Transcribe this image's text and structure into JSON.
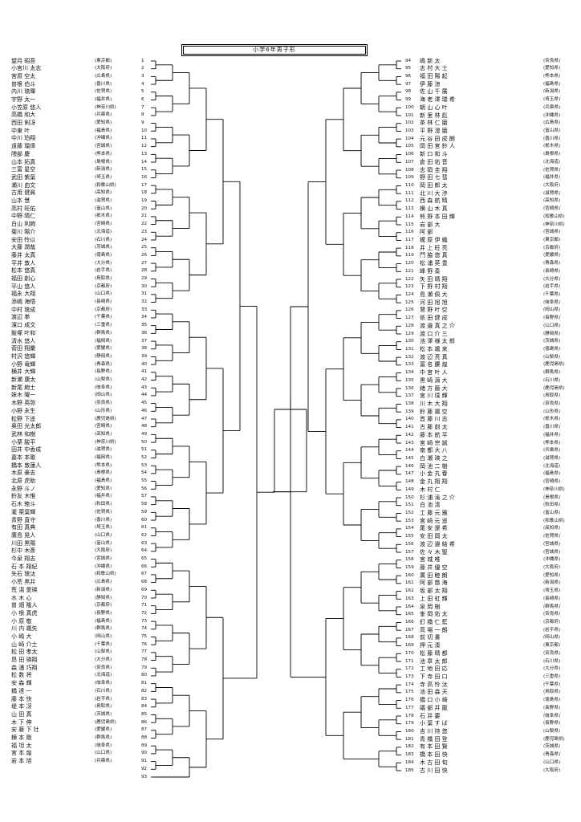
{
  "title": "小学6年男子形",
  "left_entries": [
    {
      "seed": "1",
      "name": "望月 昭吾",
      "pref": "(東京都)"
    },
    {
      "seed": "2",
      "name": "小宮川 太志",
      "pref": "(大阪府)"
    },
    {
      "seed": "3",
      "name": "宮原 空太",
      "pref": "(広島県)"
    },
    {
      "seed": "4",
      "name": "曽根 伯斗",
      "pref": "(香川県)"
    },
    {
      "seed": "5",
      "name": "内川 琉暉",
      "pref": "(佐賀県)"
    },
    {
      "seed": "6",
      "name": "宇野 太一",
      "pref": "(福井県)"
    },
    {
      "seed": "7",
      "name": "小笠原 悠人",
      "pref": "(神奈川県)"
    },
    {
      "seed": "8",
      "name": "高橋 和大",
      "pref": "(兵庫県)"
    },
    {
      "seed": "9",
      "name": "西田 剣冴",
      "pref": "(愛知県)"
    },
    {
      "seed": "10",
      "name": "中東 叶",
      "pref": "(福島県)"
    },
    {
      "seed": "11",
      "name": "中川 珀翔",
      "pref": "(沖縄県)"
    },
    {
      "seed": "12",
      "name": "遠藤 瑠偉",
      "pref": "(宮城県)"
    },
    {
      "seed": "13",
      "name": "隈部 慶",
      "pref": "(熊本県)"
    },
    {
      "seed": "14",
      "name": "山本 拓真",
      "pref": "(島根県)"
    },
    {
      "seed": "15",
      "name": "三富 星空",
      "pref": "(新潟県)"
    },
    {
      "seed": "16",
      "name": "武田 紫葉",
      "pref": "(埼玉県)"
    },
    {
      "seed": "17",
      "name": "瀬川 由文",
      "pref": "(和歌山県)"
    },
    {
      "seed": "18",
      "name": "古用 健眞",
      "pref": "(高知県)"
    },
    {
      "seed": "19",
      "name": "山本 慧",
      "pref": "(滋賀県)"
    },
    {
      "seed": "20",
      "name": "高村 旺佑",
      "pref": "(富山県)"
    },
    {
      "seed": "21",
      "name": "中野 晴仁",
      "pref": "(栃木県)"
    },
    {
      "seed": "22",
      "name": "白山 利絢",
      "pref": "(宮崎県)"
    },
    {
      "seed": "23",
      "name": "菊川 陽介",
      "pref": "(北海道)"
    },
    {
      "seed": "24",
      "name": "安田 怜以",
      "pref": "(石川県)"
    },
    {
      "seed": "25",
      "name": "大藤 潤哉",
      "pref": "(茨城県)"
    },
    {
      "seed": "26",
      "name": "藤井 太真",
      "pref": "(徳島県)"
    },
    {
      "seed": "27",
      "name": "平井 敦人",
      "pref": "(大分県)"
    },
    {
      "seed": "28",
      "name": "松本 悠真",
      "pref": "(岩手県)"
    },
    {
      "seed": "29",
      "name": "福田 創心",
      "pref": "(鳥取県)"
    },
    {
      "seed": "30",
      "name": "平山 悠人",
      "pref": "(京都府)"
    },
    {
      "seed": "31",
      "name": "福永 大翔",
      "pref": "(山口県)"
    },
    {
      "seed": "32",
      "name": "添嶋 海悟",
      "pref": "(長崎県)"
    },
    {
      "seed": "33",
      "name": "中村 琉成",
      "pref": "(京都府)"
    },
    {
      "seed": "34",
      "name": "渡辺 拳",
      "pref": "(千葉県)"
    },
    {
      "seed": "35",
      "name": "濱口 成文",
      "pref": "(三重県)"
    },
    {
      "seed": "36",
      "name": "飯塚 叶和",
      "pref": "(群馬県)"
    },
    {
      "seed": "37",
      "name": "清水 悠人",
      "pref": "(福岡県)"
    },
    {
      "seed": "38",
      "name": "菅田 翔慶",
      "pref": "(愛媛県)"
    },
    {
      "seed": "39",
      "name": "村沢 悠輝",
      "pref": "(静岡県)"
    },
    {
      "seed": "40",
      "name": "小野 竜輝",
      "pref": "(青森県)"
    },
    {
      "seed": "41",
      "name": "横井 大輝",
      "pref": "(長野県)"
    },
    {
      "seed": "42",
      "name": "新瀬 康太",
      "pref": "(山梨県)"
    },
    {
      "seed": "43",
      "name": "新尾 絢士",
      "pref": "(岐阜県)"
    },
    {
      "seed": "44",
      "name": "妹木 曜一",
      "pref": "(岡山県)"
    },
    {
      "seed": "45",
      "name": "木野 英弥",
      "pref": "(奈良県)"
    },
    {
      "seed": "46",
      "name": "小野 永生",
      "pref": "(山形県)"
    },
    {
      "seed": "47",
      "name": "松野 下遥",
      "pref": "(鹿児島県)"
    },
    {
      "seed": "48",
      "name": "奥田 光太郎",
      "pref": "(宮崎県)"
    },
    {
      "seed": "49",
      "name": "武林 和樹",
      "pref": "(高知県)"
    },
    {
      "seed": "50",
      "name": "小栗 駿平",
      "pref": "(神奈川県)"
    },
    {
      "seed": "51",
      "name": "田井 中香成",
      "pref": "(滋賀県)"
    },
    {
      "seed": "52",
      "name": "嘉本 本歌",
      "pref": "(福岡県)"
    },
    {
      "seed": "53",
      "name": "橋本 敦蓮人",
      "pref": "(熊本県)"
    },
    {
      "seed": "54",
      "name": "木原 豪志",
      "pref": "(島根県)"
    },
    {
      "seed": "55",
      "name": "北原 虎助",
      "pref": "(福島県)"
    },
    {
      "seed": "56",
      "name": "永野 斗ノ",
      "pref": "(愛知県)"
    },
    {
      "seed": "57",
      "name": "鈴友 木惟",
      "pref": "(福井県)"
    },
    {
      "seed": "58",
      "name": "石木 睦斗",
      "pref": "(秋田県)"
    },
    {
      "seed": "59",
      "name": "瀧 栗葉輝",
      "pref": "(佐賀県)"
    },
    {
      "seed": "60",
      "name": "青野 直守",
      "pref": "(香川県)"
    },
    {
      "seed": "61",
      "name": "有田 真典",
      "pref": "(埼玉県)"
    },
    {
      "seed": "62",
      "name": "廣島 晃人",
      "pref": "(山口県)"
    },
    {
      "seed": "63",
      "name": "川田 黒陽",
      "pref": "(富山県)"
    },
    {
      "seed": "64",
      "name": "杉中 木斎",
      "pref": "(大阪府)"
    },
    {
      "seed": "65",
      "name": "今泉 翔志",
      "pref": "(宮城県)"
    },
    {
      "seed": "66",
      "name": "石 本 翔紀",
      "pref": "(沖縄県)"
    },
    {
      "seed": "67",
      "name": "矢石 琉汰",
      "pref": "(和歌山県)"
    },
    {
      "seed": "68",
      "name": "小荒 黒井",
      "pref": "(広島県)"
    },
    {
      "seed": "69",
      "name": "荒 湯 愛瑛",
      "pref": "(新潟県)"
    },
    {
      "seed": "70",
      "name": "水 木 心",
      "pref": "(静岡県)"
    },
    {
      "seed": "71",
      "name": "曽 畑 隆人",
      "pref": "(京都府)"
    },
    {
      "seed": "72",
      "name": "小 根 真虎",
      "pref": "(長野県)"
    },
    {
      "seed": "73",
      "name": "小 原 敬",
      "pref": "(福島県)"
    },
    {
      "seed": "74",
      "name": "川 内 颯矢",
      "pref": "(群馬県)"
    },
    {
      "seed": "75",
      "name": "小 嶋 大",
      "pref": "(岡山県)"
    },
    {
      "seed": "76",
      "name": "山 崎 介士",
      "pref": "(千葉県)"
    },
    {
      "seed": "77",
      "name": "松 田 孝太",
      "pref": "(山梨県)"
    },
    {
      "seed": "78",
      "name": "昂 田 瑛翔",
      "pref": "(大分県)"
    },
    {
      "seed": "79",
      "name": "森 浦 巧翔",
      "pref": "(奈良県)"
    },
    {
      "seed": "80",
      "name": "松 数 将",
      "pref": "(北海道)"
    },
    {
      "seed": "81",
      "name": "安 森 輝",
      "pref": "(岐阜県)"
    },
    {
      "seed": "82",
      "name": "橋 達 一",
      "pref": "(石川県)"
    },
    {
      "seed": "83",
      "name": "藤 本 快",
      "pref": "(岩手県)"
    },
    {
      "seed": "84",
      "name": "堤 本 冴",
      "pref": "(鳥取県)"
    },
    {
      "seed": "85",
      "name": "山 田 真",
      "pref": "(茨城県)"
    },
    {
      "seed": "86",
      "name": "木 下 伸",
      "pref": "(鹿児島県)"
    },
    {
      "seed": "87",
      "name": "安 藤 下 壮",
      "pref": "(愛媛県)"
    },
    {
      "seed": "88",
      "name": "横 本 剛",
      "pref": "(群馬県)"
    },
    {
      "seed": "89",
      "name": "福 坦 太",
      "pref": "(岐阜県)"
    },
    {
      "seed": "90",
      "name": "宮 本 煌",
      "pref": "(山口県)"
    },
    {
      "seed": "91",
      "name": "岩 本 旭",
      "pref": "(兵庫県)"
    },
    {
      "seed": "92",
      "name": "",
      "pref": ""
    },
    {
      "seed": "93",
      "name": "",
      "pref": ""
    }
  ],
  "right_entries": [
    {
      "seed": "94",
      "name": "嶋 新 太",
      "pref": "(奈良県)"
    },
    {
      "seed": "95",
      "name": "志 村 大 士",
      "pref": "(愛知県)"
    },
    {
      "seed": "96",
      "name": "福 田 陽 起",
      "pref": "(熊本県)"
    },
    {
      "seed": "97",
      "name": "伊 藤 涼",
      "pref": "(福島県)"
    },
    {
      "seed": "98",
      "name": "佐 山 千 展",
      "pref": "(新潟県)"
    },
    {
      "seed": "99",
      "name": "海 老 澤 瑞 希",
      "pref": "(埼玉県)"
    },
    {
      "seed": "100",
      "name": "朝 山 心 叶",
      "pref": "(兵庫県)"
    },
    {
      "seed": "101",
      "name": "新 里 林 彪",
      "pref": "(沖縄県)"
    },
    {
      "seed": "102",
      "name": "茶 林 仁 磨",
      "pref": "(広島県)"
    },
    {
      "seed": "103",
      "name": "平 野 澄 磨",
      "pref": "(富山県)"
    },
    {
      "seed": "104",
      "name": "元 谷 田 成 朗",
      "pref": "(香川県)"
    },
    {
      "seed": "105",
      "name": "岡 田 宮 鈴 人",
      "pref": "(栃木県)"
    },
    {
      "seed": "106",
      "name": "新 口 和 斗",
      "pref": "(島根県)"
    },
    {
      "seed": "107",
      "name": "倉 田 佑 音",
      "pref": "(北海道)"
    },
    {
      "seed": "108",
      "name": "志 岡 圭 翔",
      "pref": "(佐賀県)"
    },
    {
      "seed": "109",
      "name": "野 田 七 彗",
      "pref": "(福井県)"
    },
    {
      "seed": "110",
      "name": "岡 田 郎 太",
      "pref": "(大阪府)"
    },
    {
      "seed": "111",
      "name": "北 川 大 渉",
      "pref": "(滋賀県)"
    },
    {
      "seed": "112",
      "name": "西 森 航 晴",
      "pref": "(高知県)"
    },
    {
      "seed": "113",
      "name": "横 山 木 真",
      "pref": "(宮崎県)"
    },
    {
      "seed": "114",
      "name": "熊 野 本 田 輝",
      "pref": "(和歌山県)"
    },
    {
      "seed": "115",
      "name": "岩 部 大",
      "pref": "(神奈川県)"
    },
    {
      "seed": "116",
      "name": "阿 部",
      "pref": "(宮城県)"
    },
    {
      "seed": "117",
      "name": "梶 原 伊 織",
      "pref": "(東京都)"
    },
    {
      "seed": "118",
      "name": "井 上 旺 亮",
      "pref": "(京都府)"
    },
    {
      "seed": "119",
      "name": "門 脇 悠 真",
      "pref": "(愛媛県)"
    },
    {
      "seed": "120",
      "name": "松 浦 英 豊",
      "pref": "(青森県)"
    },
    {
      "seed": "121",
      "name": "峰 野 奏",
      "pref": "(長崎県)"
    },
    {
      "seed": "122",
      "name": "矢 田 晴 翔",
      "pref": "(大分県)"
    },
    {
      "seed": "123",
      "name": "下 野 村 翔",
      "pref": "(岩手県)"
    },
    {
      "seed": "124",
      "name": "島 瀬 佩 大",
      "pref": "(千葉県)"
    },
    {
      "seed": "125",
      "name": "河 田 旭 旭",
      "pref": "(岐阜県)"
    },
    {
      "seed": "126",
      "name": "鷲 野 叶 空",
      "pref": "(岡山県)"
    },
    {
      "seed": "127",
      "name": "依 田 健 成",
      "pref": "(長野県)"
    },
    {
      "seed": "128",
      "name": "渡 邉 真 之 介",
      "pref": "(山口県)"
    },
    {
      "seed": "129",
      "name": "渡 口 介 三",
      "pref": "(静岡県)"
    },
    {
      "seed": "130",
      "name": "池 澤 様 太 郎",
      "pref": "(茨城県)"
    },
    {
      "seed": "131",
      "name": "松 本 颯 来",
      "pref": "(徳島県)"
    },
    {
      "seed": "132",
      "name": "渡 辺 亮 真",
      "pref": "(山梨県)"
    },
    {
      "seed": "133",
      "name": "冨 名 腰 煌",
      "pref": "(鹿児島県)"
    },
    {
      "seed": "134",
      "name": "中 宮 叶 人",
      "pref": "(群馬県)"
    },
    {
      "seed": "135",
      "name": "黒 崎 源 大",
      "pref": "(石川県)"
    },
    {
      "seed": "136",
      "name": "緒 方 藤 大",
      "pref": "(鹿児島県)"
    },
    {
      "seed": "137",
      "name": "宮 川 璞 輝",
      "pref": "(鳥取県)"
    },
    {
      "seed": "138",
      "name": "川 木 大 翔",
      "pref": "(奈良県)"
    },
    {
      "seed": "139",
      "name": "鈴 藤 颯 空",
      "pref": "(山形県)"
    },
    {
      "seed": "140",
      "name": "首 藤 川 志",
      "pref": "(栃木県)"
    },
    {
      "seed": "141",
      "name": "古 藤 創 太",
      "pref": "(香川県)"
    },
    {
      "seed": "142",
      "name": "藤 本 航 平",
      "pref": "(福井県)"
    },
    {
      "seed": "143",
      "name": "宮 崎 宗 誠",
      "pref": "(熊本県)"
    },
    {
      "seed": "144",
      "name": "南 都 大 八",
      "pref": "(兵庫県)"
    },
    {
      "seed": "145",
      "name": "白 瀬 瑛 之",
      "pref": "(滋賀県)"
    },
    {
      "seed": "146",
      "name": "岡 池 二 樹",
      "pref": "(北海道)"
    },
    {
      "seed": "147",
      "name": "小 金 丸 春",
      "pref": "(福島県)"
    },
    {
      "seed": "148",
      "name": "金 丸 翔 翔",
      "pref": "(宮崎県)"
    },
    {
      "seed": "149",
      "name": "木 村 仁",
      "pref": "(神奈川県)"
    },
    {
      "seed": "150",
      "name": "杉 浦 滝 之 介",
      "pref": "(島根県)"
    },
    {
      "seed": "151",
      "name": "白 池 清",
      "pref": "(秋田県)"
    },
    {
      "seed": "152",
      "name": "工 藤 元 雅",
      "pref": "(富山県)"
    },
    {
      "seed": "153",
      "name": "宮 崎 元 遥",
      "pref": "(和歌山県)"
    },
    {
      "seed": "154",
      "name": "尾 安 遼 希",
      "pref": "(高知県)"
    },
    {
      "seed": "155",
      "name": "安 田 岡 太",
      "pref": "(佐賀県)"
    },
    {
      "seed": "156",
      "name": "渡 辺 邉 結 希",
      "pref": "(宮城県)"
    },
    {
      "seed": "157",
      "name": "佐 々 木 聖",
      "pref": "(宮城県)"
    },
    {
      "seed": "158",
      "name": "宮 城 唯",
      "pref": "(沖縄県)"
    },
    {
      "seed": "159",
      "name": "藤 井 優 空",
      "pref": "(大阪府)"
    },
    {
      "seed": "160",
      "name": "廣 田 睦 朗",
      "pref": "(愛知県)"
    },
    {
      "seed": "161",
      "name": "阿 部 慈 海",
      "pref": "(新潟県)"
    },
    {
      "seed": "162",
      "name": "坂 部 太 翔",
      "pref": "(埼玉県)"
    },
    {
      "seed": "163",
      "name": "上 田 虹 輝",
      "pref": "(長崎県)"
    },
    {
      "seed": "164",
      "name": "泉 岡 樹",
      "pref": "(群馬県)"
    },
    {
      "seed": "165",
      "name": "峯 岡 佑 太",
      "pref": "(奈良県)"
    },
    {
      "seed": "166",
      "name": "釘 橋 仁 藍",
      "pref": "(京都府)"
    },
    {
      "seed": "167",
      "name": "高 場 一 朗",
      "pref": "(岩手県)"
    },
    {
      "seed": "168",
      "name": "前 切 書",
      "pref": "(岡山県)"
    },
    {
      "seed": "169",
      "name": "押 元 湊",
      "pref": "(東京都)"
    },
    {
      "seed": "170",
      "name": "松 藤 晴 都",
      "pref": "(奈良県)"
    },
    {
      "seed": "171",
      "name": "池 章 太 郎",
      "pref": "(石川県)"
    },
    {
      "seed": "172",
      "name": "工 地 田 応",
      "pref": "(大分県)"
    },
    {
      "seed": "173",
      "name": "下 寺 田 口",
      "pref": "(三重県)"
    },
    {
      "seed": "174",
      "name": "寺 高 怜 汰",
      "pref": "(千葉県)"
    },
    {
      "seed": "175",
      "name": "池 田 森 天",
      "pref": "(鳥取県)"
    },
    {
      "seed": "176",
      "name": "橋 口 小 崎",
      "pref": "(徳島県)"
    },
    {
      "seed": "177",
      "name": "礒 部 井 龍",
      "pref": "(長野県)"
    },
    {
      "seed": "178",
      "name": "石 井 要",
      "pref": "(岐阜県)"
    },
    {
      "seed": "179",
      "name": "小 葉 す ば",
      "pref": "(長野県)"
    },
    {
      "seed": "180",
      "name": "吉 川 持 悠",
      "pref": "(山梨県)"
    },
    {
      "seed": "181",
      "name": "青 橋 田 登",
      "pref": "(鹿児島県)"
    },
    {
      "seed": "182",
      "name": "有 本 田 賢",
      "pref": "(茨城県)"
    },
    {
      "seed": "183",
      "name": "橋 本 田 快",
      "pref": "(青森県)"
    },
    {
      "seed": "184",
      "name": "木 古 田 旬",
      "pref": "(山口県)"
    },
    {
      "seed": "185",
      "name": "古 川 田 快",
      "pref": "(大阪府)"
    }
  ]
}
